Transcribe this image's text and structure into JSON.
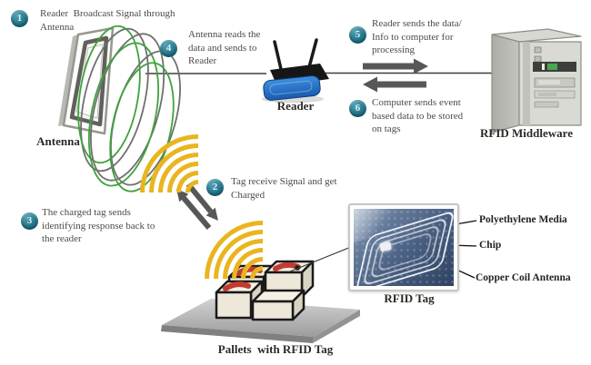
{
  "steps": [
    {
      "num": "1",
      "text": "Reader  Broadcast Signal through Antenna"
    },
    {
      "num": "2",
      "text": "Tag receive Signal and get Charged"
    },
    {
      "num": "3",
      "text": "The charged tag sends identifying response back to the reader"
    },
    {
      "num": "4",
      "text": "Antenna reads the data and sends to Reader"
    },
    {
      "num": "5",
      "text": "Reader sends the data/ Info to computer for processing"
    },
    {
      "num": "6",
      "text": "Computer sends event based data to be stored on tags"
    }
  ],
  "labels": {
    "antenna": "Antenna",
    "reader": "Reader",
    "middleware": "RFID Middleware",
    "rfid_tag": "RFID Tag",
    "pallets": "Pallets  with RFID Tag"
  },
  "callouts": [
    {
      "label": "Polyethylene Media"
    },
    {
      "label": "Chip"
    },
    {
      "label": "Copper Coil Antenna"
    }
  ],
  "colors": {
    "badge_teal": "#23768B",
    "signal_yellow": "#E9B51F",
    "arrow_gray": "#575757",
    "coil_green": "#3FA23C",
    "coil_gray": "#6F6F6F",
    "router_blue": "#2B7CD6",
    "box_red": "#C23B31"
  }
}
